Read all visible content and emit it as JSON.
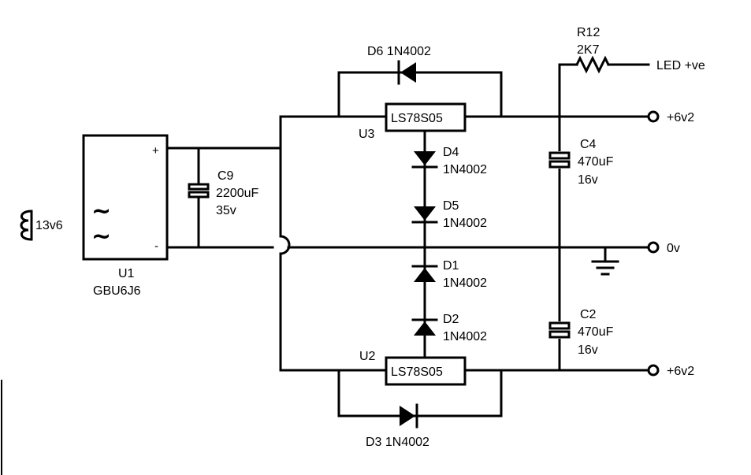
{
  "components": {
    "u1": {
      "ref": "U1",
      "part": "GBU6J6",
      "plus": "+",
      "minus": "-"
    },
    "transformer": {
      "label": "13v6"
    },
    "c9": {
      "ref": "C9",
      "value": "2200uF",
      "voltage": "35v"
    },
    "u3": {
      "ref": "U3",
      "part": "LS78S05"
    },
    "u2": {
      "ref": "U2",
      "part": "LS78S05"
    },
    "d6": {
      "label": "D6 1N4002"
    },
    "d3": {
      "label": "D3 1N4002"
    },
    "d4": {
      "ref": "D4",
      "part": "1N4002"
    },
    "d5": {
      "ref": "D5",
      "part": "1N4002"
    },
    "d1": {
      "ref": "D1",
      "part": "1N4002"
    },
    "d2": {
      "ref": "D2",
      "part": "1N4002"
    },
    "r12": {
      "ref": "R12",
      "value": "2K7"
    },
    "c4": {
      "ref": "C4",
      "value": "470uF",
      "voltage": "16v"
    },
    "c2": {
      "ref": "C2",
      "value": "470uF",
      "voltage": "16v"
    }
  },
  "terminals": {
    "led": "LED +ve",
    "top_out": "+6v2",
    "ground": "0v",
    "bottom_out": "+6v2"
  },
  "icons": [
    "tilde-icon",
    "ground-icon",
    "terminal-icon",
    "diode-icon",
    "resistor-icon",
    "capacitor-icon",
    "inductor-icon"
  ]
}
